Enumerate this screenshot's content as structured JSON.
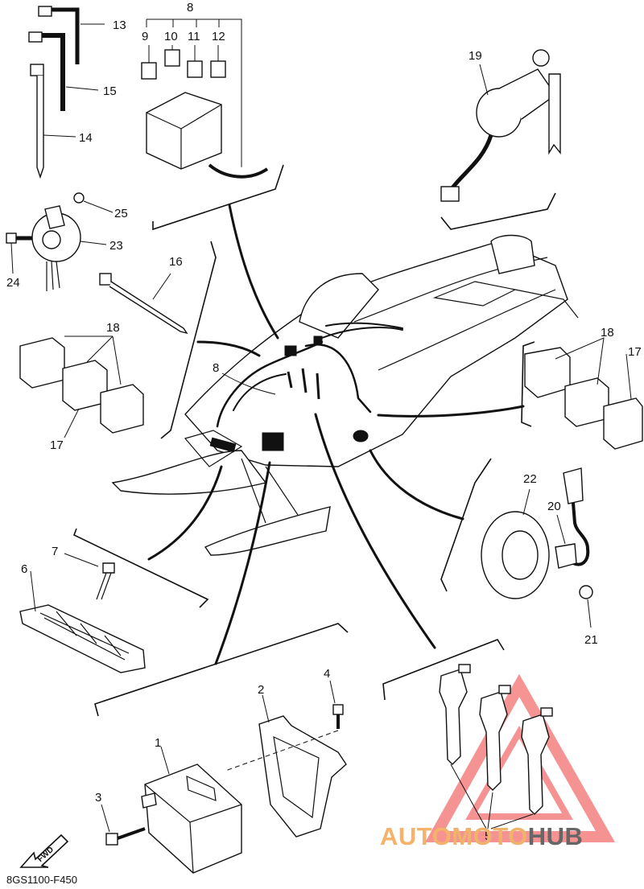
{
  "diagram": {
    "id": "8GS1100-F450",
    "watermark": {
      "part1": "AUTO",
      "part2": "MOTO",
      "part3": "HUB"
    },
    "fwd_label": "FWD",
    "callouts": [
      {
        "key": "c13",
        "text": "13"
      },
      {
        "key": "c8a",
        "text": "8"
      },
      {
        "key": "c9",
        "text": "9"
      },
      {
        "key": "c10",
        "text": "10"
      },
      {
        "key": "c11",
        "text": "11"
      },
      {
        "key": "c12",
        "text": "12"
      },
      {
        "key": "c15",
        "text": "15"
      },
      {
        "key": "c14",
        "text": "14"
      },
      {
        "key": "c19",
        "text": "19"
      },
      {
        "key": "c25",
        "text": "25"
      },
      {
        "key": "c23",
        "text": "23"
      },
      {
        "key": "c24",
        "text": "24"
      },
      {
        "key": "c16",
        "text": "16"
      },
      {
        "key": "c18a",
        "text": "18"
      },
      {
        "key": "c17a",
        "text": "17"
      },
      {
        "key": "c8b",
        "text": "8"
      },
      {
        "key": "c18b",
        "text": "18"
      },
      {
        "key": "c17b",
        "text": "17"
      },
      {
        "key": "c22",
        "text": "22"
      },
      {
        "key": "c20",
        "text": "20"
      },
      {
        "key": "c21",
        "text": "21"
      },
      {
        "key": "c7",
        "text": "7"
      },
      {
        "key": "c6",
        "text": "6"
      },
      {
        "key": "c4",
        "text": "4"
      },
      {
        "key": "c2",
        "text": "2"
      },
      {
        "key": "c1",
        "text": "1"
      },
      {
        "key": "c3",
        "text": "3"
      },
      {
        "key": "c5",
        "text": "5"
      }
    ]
  },
  "colors": {
    "line": "#111111",
    "watermark_orange": "#f4b26a",
    "watermark_gray": "#666666",
    "watermark_triangle": "#ee3b3b"
  }
}
